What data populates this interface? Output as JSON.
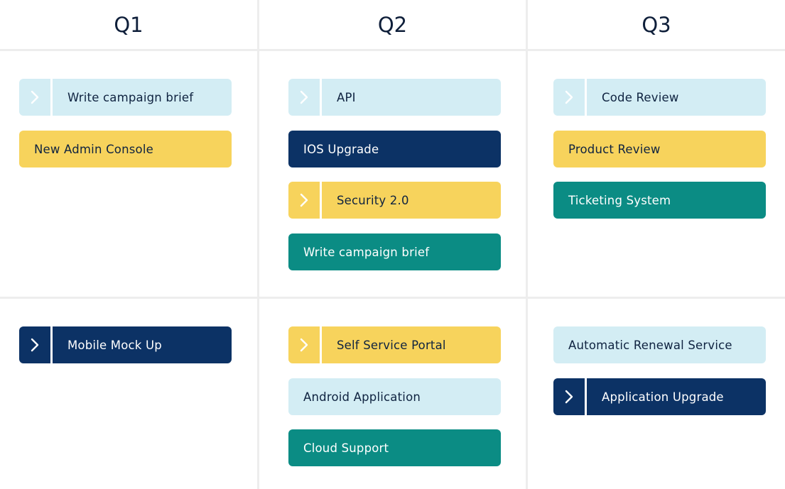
{
  "columns": [
    {
      "title": "Q1"
    },
    {
      "title": "Q2"
    },
    {
      "title": "Q3"
    }
  ],
  "colors": {
    "light": "#d3edf4",
    "yellow": "#f7d35c",
    "navy": "#0c3265",
    "teal": "#0b8c84",
    "grid": "#ededed"
  },
  "icons": {
    "expand": "chevron-right-icon"
  },
  "rows": [
    {
      "cells": [
        {
          "cards": [
            {
              "label": "Write campaign brief",
              "color": "light",
              "expandable": true
            },
            {
              "label": "New Admin Console",
              "color": "yellow",
              "expandable": false
            }
          ]
        },
        {
          "cards": [
            {
              "label": "API",
              "color": "light",
              "expandable": true
            },
            {
              "label": "IOS Upgrade",
              "color": "navy",
              "expandable": false
            },
            {
              "label": "Security 2.0",
              "color": "yellow",
              "expandable": true
            },
            {
              "label": "Write campaign brief",
              "color": "teal",
              "expandable": false
            }
          ]
        },
        {
          "cards": [
            {
              "label": "Code Review",
              "color": "light",
              "expandable": true
            },
            {
              "label": "Product Review",
              "color": "yellow",
              "expandable": false
            },
            {
              "label": "Ticketing System",
              "color": "teal",
              "expandable": false
            }
          ]
        }
      ]
    },
    {
      "cells": [
        {
          "cards": [
            {
              "label": "Mobile Mock Up",
              "color": "navy",
              "expandable": true
            }
          ]
        },
        {
          "cards": [
            {
              "label": "Self Service Portal",
              "color": "yellow",
              "expandable": true
            },
            {
              "label": "Android Application",
              "color": "light",
              "expandable": false
            },
            {
              "label": "Cloud Support",
              "color": "teal",
              "expandable": false
            }
          ]
        },
        {
          "cards": [
            {
              "label": "Automatic Renewal Service",
              "color": "light",
              "expandable": false
            },
            {
              "label": "Application Upgrade",
              "color": "navy",
              "expandable": true
            }
          ]
        }
      ]
    }
  ]
}
